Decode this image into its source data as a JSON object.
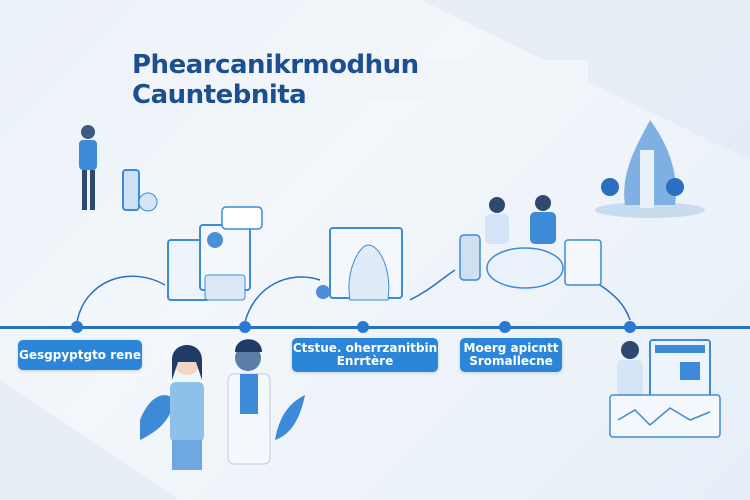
{
  "title": "Phearcanikrmodhun Cauntebnita",
  "timeline": {
    "steps": [
      {
        "label_lines": [
          "Gesgpyptgto rene"
        ]
      },
      {
        "label_lines": [
          "Ctstue. oherrzanitbin",
          "Enrrtère"
        ]
      },
      {
        "label_lines": [
          "Moerg apicntt",
          "Sromallecne"
        ]
      }
    ]
  },
  "colors": {
    "accent": "#2b86da",
    "title": "#1c4f8f",
    "line": "#2a6fc0"
  }
}
